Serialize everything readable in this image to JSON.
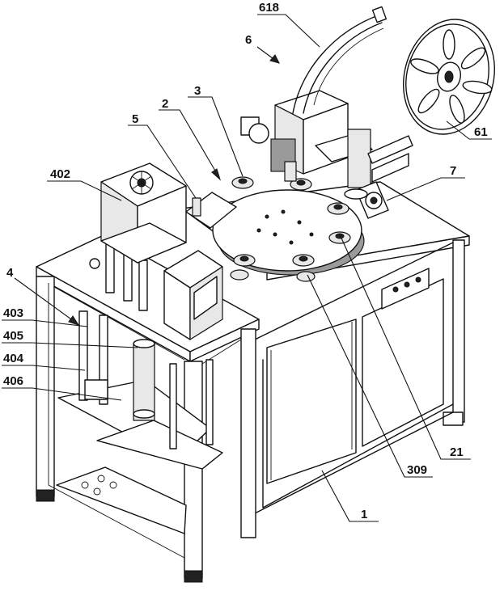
{
  "labels": {
    "l618": "618",
    "l6": "6",
    "l61": "61",
    "l3": "3",
    "l2": "2",
    "l5": "5",
    "l402": "402",
    "l7": "7",
    "l4": "4",
    "l403": "403",
    "l405": "405",
    "l404": "404",
    "l406": "406",
    "l21": "21",
    "l309": "309",
    "l1": "1"
  }
}
